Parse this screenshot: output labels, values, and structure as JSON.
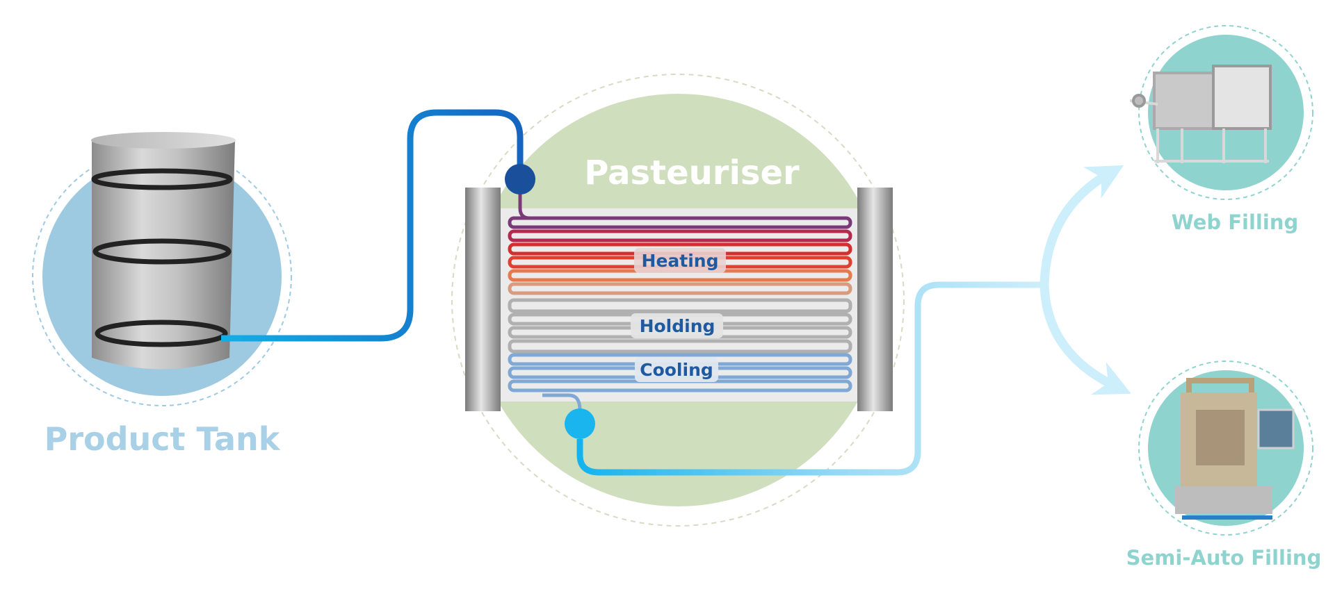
{
  "diagram": {
    "product_tank": {
      "label": "Product Tank"
    },
    "pasteuriser": {
      "title": "Pasteuriser",
      "zones": [
        {
          "label": "Heating"
        },
        {
          "label": "Holding"
        },
        {
          "label": "Cooling"
        }
      ]
    },
    "outputs": [
      {
        "label": "Web Filling"
      },
      {
        "label": "Semi-Auto Filling"
      }
    ],
    "colors": {
      "tank_circle": "#9ecae1",
      "pasteuriser_circle": "#cfdfbd",
      "output_circle": "#8fd3cf",
      "inlet_pipe": "#1565c0",
      "outlet_pipe": "#29b6f6",
      "output_pipe": "#cdeefb",
      "zone_label_text": "#1f5aa0",
      "heating_colors": [
        "#7a3a78",
        "#d32f2f",
        "#e57a4f"
      ],
      "holding_color": "#b0b0b0",
      "cooling_color": "#7fa9d4",
      "title_text": "#ffffff",
      "tank_label_text": "#a8d0e6",
      "output_label_text": "#8fd3cf"
    }
  }
}
